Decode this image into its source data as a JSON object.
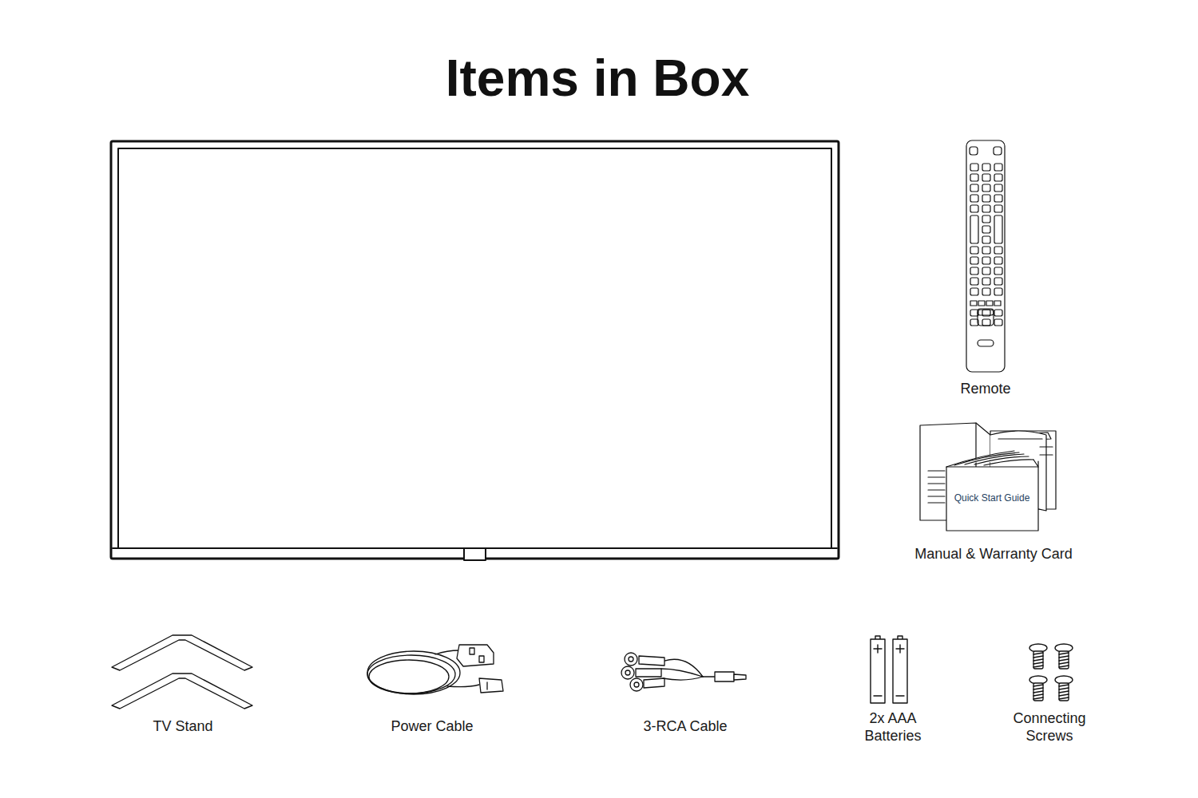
{
  "diagram": {
    "title": "Items in Box",
    "labels": [
      "Remote",
      "Quick Start Guide",
      "Manual & Warranty Card",
      "TV Stand",
      "Power Cable",
      "3-RCA Cable",
      "2x AAA Batteries",
      "Connecting Screws"
    ]
  }
}
